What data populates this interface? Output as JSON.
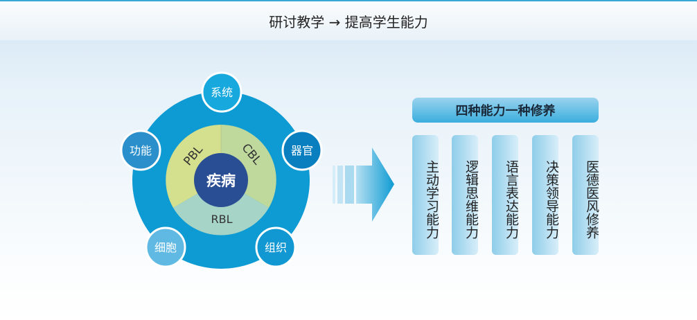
{
  "title": "研讨教学 → 提高学生能力",
  "center": "疾病",
  "methods": {
    "pbl": "PBL",
    "cbl": "CBL",
    "rbl": "RBL"
  },
  "levels": {
    "system": "系统",
    "organ": "器官",
    "tissue": "组织",
    "cell": "细胞",
    "function": "功能"
  },
  "abilities": {
    "header": "四种能力一种修养",
    "items": [
      "主动学习能力",
      "逻辑思维能力",
      "语言表达能力",
      "决策领导能力",
      "医德医风修养"
    ]
  },
  "colors": {
    "outer": "#0e9bd3",
    "center": "#2a4e93",
    "pbl": "#d5e08e",
    "cbl": "#bfd99d",
    "rbl": "#a6d4c6"
  }
}
